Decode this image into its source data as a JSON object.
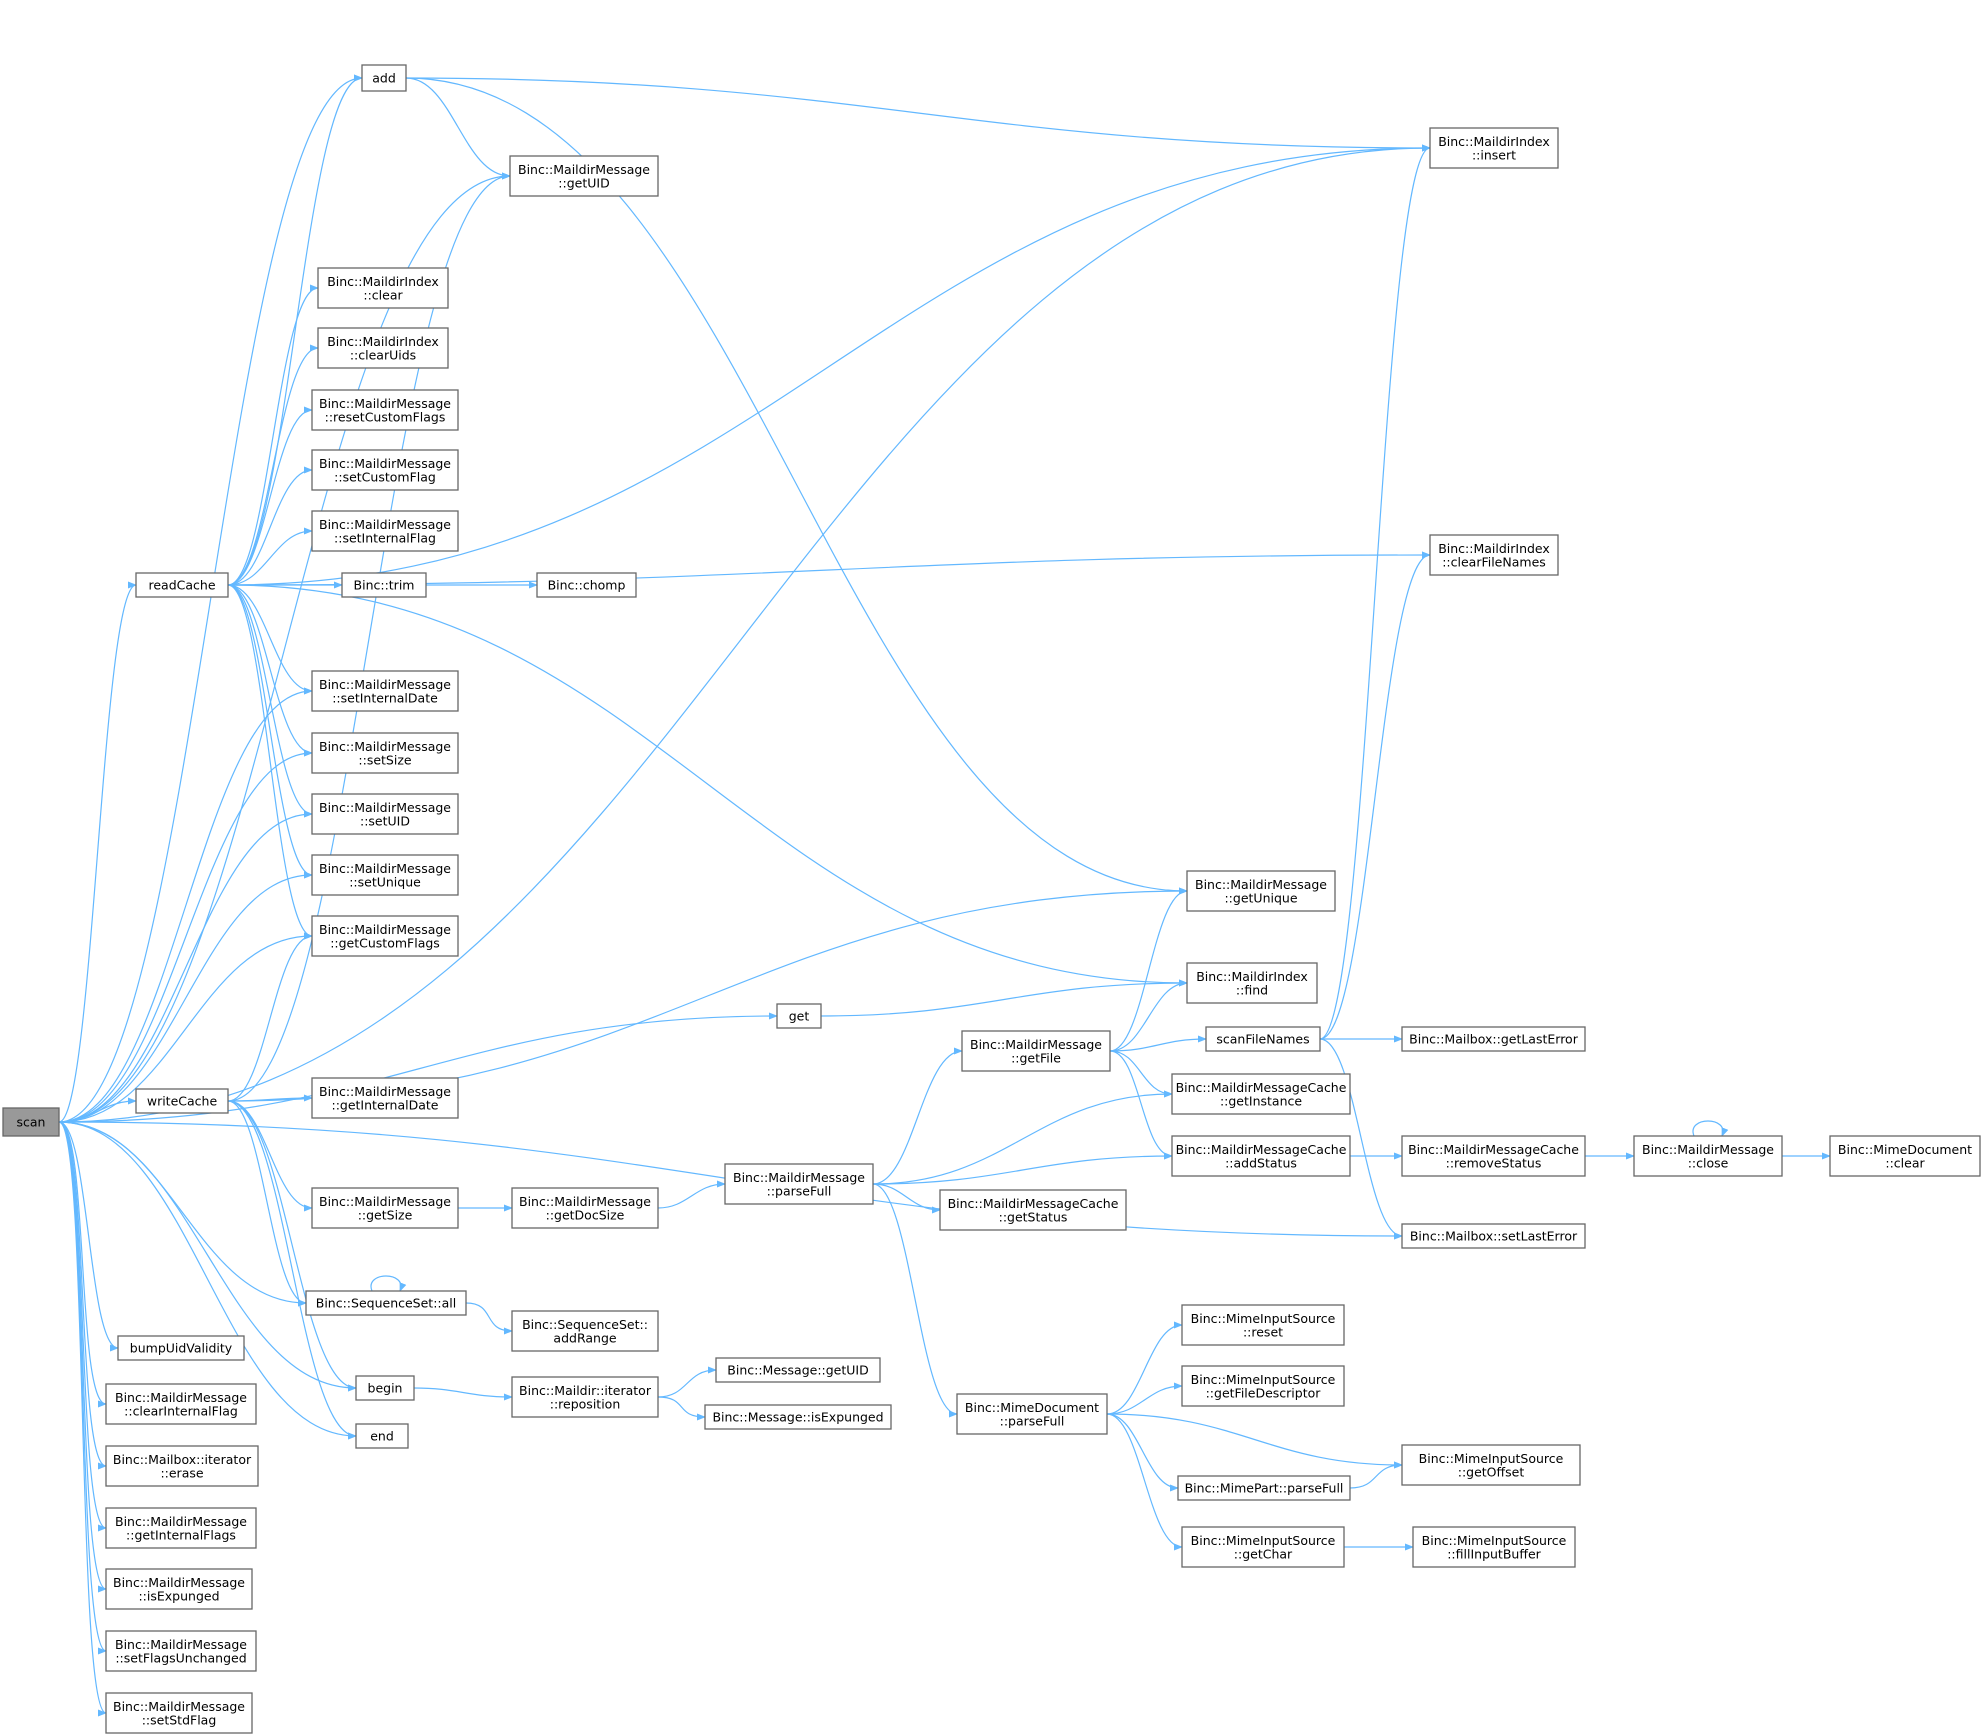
{
  "graph": {
    "colors": {
      "edge": "#63b8ff",
      "border": "#666666",
      "root_fill": "#999999",
      "node_fill": "#ffffff"
    },
    "nodes": [
      {
        "id": "scan",
        "lines": [
          "scan"
        ],
        "root": true
      },
      {
        "id": "add",
        "lines": [
          "add"
        ]
      },
      {
        "id": "mi_insert",
        "lines": [
          "Binc::MaildirIndex",
          "::insert"
        ]
      },
      {
        "id": "mm_getUID",
        "lines": [
          "Binc::MaildirMessage",
          "::getUID"
        ]
      },
      {
        "id": "mi_clear",
        "lines": [
          "Binc::MaildirIndex",
          "::clear"
        ]
      },
      {
        "id": "mi_clearUids",
        "lines": [
          "Binc::MaildirIndex",
          "::clearUids"
        ]
      },
      {
        "id": "mm_resetCustomFlags",
        "lines": [
          "Binc::MaildirMessage",
          "::resetCustomFlags"
        ]
      },
      {
        "id": "mm_setCustomFlag",
        "lines": [
          "Binc::MaildirMessage",
          "::setCustomFlag"
        ]
      },
      {
        "id": "mm_setInternalFlag",
        "lines": [
          "Binc::MaildirMessage",
          "::setInternalFlag"
        ]
      },
      {
        "id": "readCache",
        "lines": [
          "readCache"
        ]
      },
      {
        "id": "trim",
        "lines": [
          "Binc::trim"
        ]
      },
      {
        "id": "chomp",
        "lines": [
          "Binc::chomp"
        ]
      },
      {
        "id": "mi_clearFileNames",
        "lines": [
          "Binc::MaildirIndex",
          "::clearFileNames"
        ]
      },
      {
        "id": "mm_setInternalDate",
        "lines": [
          "Binc::MaildirMessage",
          "::setInternalDate"
        ]
      },
      {
        "id": "mm_setSize",
        "lines": [
          "Binc::MaildirMessage",
          "::setSize"
        ]
      },
      {
        "id": "mm_setUID",
        "lines": [
          "Binc::MaildirMessage",
          "::setUID"
        ]
      },
      {
        "id": "mm_setUnique",
        "lines": [
          "Binc::MaildirMessage",
          "::setUnique"
        ]
      },
      {
        "id": "mm_getCustomFlags",
        "lines": [
          "Binc::MaildirMessage",
          "::getCustomFlags"
        ]
      },
      {
        "id": "mm_getUnique",
        "lines": [
          "Binc::MaildirMessage",
          "::getUnique"
        ]
      },
      {
        "id": "mi_find",
        "lines": [
          "Binc::MaildirIndex",
          "::find"
        ]
      },
      {
        "id": "get",
        "lines": [
          "get"
        ]
      },
      {
        "id": "mm_getFile",
        "lines": [
          "Binc::MaildirMessage",
          "::getFile"
        ]
      },
      {
        "id": "scanFileNames",
        "lines": [
          "scanFileNames"
        ]
      },
      {
        "id": "mb_getLastError",
        "lines": [
          "Binc::Mailbox::getLastError"
        ]
      },
      {
        "id": "writeCache",
        "lines": [
          "writeCache"
        ]
      },
      {
        "id": "mm_getInternalDate",
        "lines": [
          "Binc::MaildirMessage",
          "::getInternalDate"
        ]
      },
      {
        "id": "mmc_getInstance",
        "lines": [
          "Binc::MaildirMessageCache",
          "::getInstance"
        ]
      },
      {
        "id": "mmc_addStatus",
        "lines": [
          "Binc::MaildirMessageCache",
          "::addStatus"
        ]
      },
      {
        "id": "mmc_removeStatus",
        "lines": [
          "Binc::MaildirMessageCache",
          "::removeStatus"
        ]
      },
      {
        "id": "mm_close",
        "lines": [
          "Binc::MaildirMessage",
          "::close"
        ]
      },
      {
        "id": "md_clear",
        "lines": [
          "Binc::MimeDocument",
          "::clear"
        ]
      },
      {
        "id": "mm_getSize",
        "lines": [
          "Binc::MaildirMessage",
          "::getSize"
        ]
      },
      {
        "id": "mm_getDocSize",
        "lines": [
          "Binc::MaildirMessage",
          "::getDocSize"
        ]
      },
      {
        "id": "mm_parseFull",
        "lines": [
          "Binc::MaildirMessage",
          "::parseFull"
        ]
      },
      {
        "id": "mmc_getStatus",
        "lines": [
          "Binc::MaildirMessageCache",
          "::getStatus"
        ]
      },
      {
        "id": "mb_setLastError",
        "lines": [
          "Binc::Mailbox::setLastError"
        ]
      },
      {
        "id": "ss_all",
        "lines": [
          "Binc::SequenceSet::all"
        ]
      },
      {
        "id": "ss_addRange",
        "lines": [
          "Binc::SequenceSet::",
          "addRange"
        ]
      },
      {
        "id": "bumpUidValidity",
        "lines": [
          "bumpUidValidity"
        ]
      },
      {
        "id": "begin",
        "lines": [
          "begin"
        ]
      },
      {
        "id": "mdi_reposition",
        "lines": [
          "Binc::Maildir::iterator",
          "::reposition"
        ]
      },
      {
        "id": "msg_getUID",
        "lines": [
          "Binc::Message::getUID"
        ]
      },
      {
        "id": "msg_isExpunged",
        "lines": [
          "Binc::Message::isExpunged"
        ]
      },
      {
        "id": "end",
        "lines": [
          "end"
        ]
      },
      {
        "id": "mm_clearInternalFlag",
        "lines": [
          "Binc::MaildirMessage",
          "::clearInternalFlag"
        ]
      },
      {
        "id": "mbi_erase",
        "lines": [
          "Binc::Mailbox::iterator",
          "::erase"
        ]
      },
      {
        "id": "mm_getInternalFlags",
        "lines": [
          "Binc::MaildirMessage",
          "::getInternalFlags"
        ]
      },
      {
        "id": "mm_isExpunged",
        "lines": [
          "Binc::MaildirMessage",
          "::isExpunged"
        ]
      },
      {
        "id": "mm_setFlagsUnchanged",
        "lines": [
          "Binc::MaildirMessage",
          "::setFlagsUnchanged"
        ]
      },
      {
        "id": "mm_setStdFlag",
        "lines": [
          "Binc::MaildirMessage",
          "::setStdFlag"
        ]
      },
      {
        "id": "mis_reset",
        "lines": [
          "Binc::MimeInputSource",
          "::reset"
        ]
      },
      {
        "id": "mis_getFileDescriptor",
        "lines": [
          "Binc::MimeInputSource",
          "::getFileDescriptor"
        ]
      },
      {
        "id": "md_parseFull",
        "lines": [
          "Binc::MimeDocument",
          "::parseFull"
        ]
      },
      {
        "id": "mis_getOffset",
        "lines": [
          "Binc::MimeInputSource",
          "::getOffset"
        ]
      },
      {
        "id": "mp_parseFull",
        "lines": [
          "Binc::MimePart::parseFull"
        ]
      },
      {
        "id": "mis_getChar",
        "lines": [
          "Binc::MimeInputSource",
          "::getChar"
        ]
      },
      {
        "id": "mis_fillInputBuffer",
        "lines": [
          "Binc::MimeInputSource",
          "::fillInputBuffer"
        ]
      }
    ],
    "edges": [
      [
        "scan",
        "add"
      ],
      [
        "scan",
        "mi_insert"
      ],
      [
        "scan",
        "mm_getUID"
      ],
      [
        "scan",
        "readCache"
      ],
      [
        "scan",
        "mm_setInternalDate"
      ],
      [
        "scan",
        "mm_setSize"
      ],
      [
        "scan",
        "mm_setUID"
      ],
      [
        "scan",
        "mm_setUnique"
      ],
      [
        "scan",
        "mm_getCustomFlags"
      ],
      [
        "scan",
        "get"
      ],
      [
        "scan",
        "writeCache"
      ],
      [
        "scan",
        "ss_all"
      ],
      [
        "scan",
        "begin"
      ],
      [
        "scan",
        "end"
      ],
      [
        "scan",
        "bumpUidValidity"
      ],
      [
        "scan",
        "mm_clearInternalFlag"
      ],
      [
        "scan",
        "mbi_erase"
      ],
      [
        "scan",
        "mm_getInternalFlags"
      ],
      [
        "scan",
        "mm_isExpunged"
      ],
      [
        "scan",
        "mm_setFlagsUnchanged"
      ],
      [
        "scan",
        "mm_setStdFlag"
      ],
      [
        "scan",
        "mb_setLastError"
      ],
      [
        "add",
        "mi_insert"
      ],
      [
        "add",
        "mm_getUID"
      ],
      [
        "add",
        "mm_getUnique"
      ],
      [
        "readCache",
        "add"
      ],
      [
        "readCache",
        "mi_insert"
      ],
      [
        "readCache",
        "mi_clearFileNames"
      ],
      [
        "readCache",
        "mi_clear"
      ],
      [
        "readCache",
        "mi_clearUids"
      ],
      [
        "readCache",
        "mm_resetCustomFlags"
      ],
      [
        "readCache",
        "mm_setCustomFlag"
      ],
      [
        "readCache",
        "mm_setInternalFlag"
      ],
      [
        "readCache",
        "trim"
      ],
      [
        "readCache",
        "mm_setInternalDate"
      ],
      [
        "readCache",
        "mm_setSize"
      ],
      [
        "readCache",
        "mm_setUID"
      ],
      [
        "readCache",
        "mm_setUnique"
      ],
      [
        "readCache",
        "mm_getCustomFlags"
      ],
      [
        "readCache",
        "mi_find"
      ],
      [
        "trim",
        "chomp"
      ],
      [
        "get",
        "mi_find"
      ],
      [
        "writeCache",
        "mm_getUID"
      ],
      [
        "writeCache",
        "mm_getCustomFlags"
      ],
      [
        "writeCache",
        "mm_getInternalDate"
      ],
      [
        "writeCache",
        "mm_getUnique"
      ],
      [
        "writeCache",
        "mm_getSize"
      ],
      [
        "writeCache",
        "ss_all"
      ],
      [
        "writeCache",
        "begin"
      ],
      [
        "writeCache",
        "end"
      ],
      [
        "mm_getSize",
        "mm_getDocSize"
      ],
      [
        "mm_getDocSize",
        "mm_parseFull"
      ],
      [
        "mm_parseFull",
        "mm_getFile"
      ],
      [
        "mm_parseFull",
        "mmc_getInstance"
      ],
      [
        "mm_parseFull",
        "mmc_addStatus"
      ],
      [
        "mm_parseFull",
        "mmc_getStatus"
      ],
      [
        "mm_parseFull",
        "md_parseFull"
      ],
      [
        "mm_getFile",
        "mm_getUnique"
      ],
      [
        "mm_getFile",
        "mi_find"
      ],
      [
        "mm_getFile",
        "scanFileNames"
      ],
      [
        "mm_getFile",
        "mmc_getInstance"
      ],
      [
        "mm_getFile",
        "mmc_addStatus"
      ],
      [
        "scanFileNames",
        "mi_insert"
      ],
      [
        "scanFileNames",
        "mi_clearFileNames"
      ],
      [
        "scanFileNames",
        "mb_getLastError"
      ],
      [
        "scanFileNames",
        "mb_setLastError"
      ],
      [
        "mmc_addStatus",
        "mmc_removeStatus"
      ],
      [
        "mmc_removeStatus",
        "mm_close"
      ],
      [
        "mm_close",
        "mm_close"
      ],
      [
        "mm_close",
        "md_clear"
      ],
      [
        "ss_all",
        "ss_all"
      ],
      [
        "ss_all",
        "ss_addRange"
      ],
      [
        "begin",
        "mdi_reposition"
      ],
      [
        "mdi_reposition",
        "msg_getUID"
      ],
      [
        "mdi_reposition",
        "msg_isExpunged"
      ],
      [
        "md_parseFull",
        "mis_reset"
      ],
      [
        "md_parseFull",
        "mis_getFileDescriptor"
      ],
      [
        "md_parseFull",
        "mis_getOffset"
      ],
      [
        "md_parseFull",
        "mp_parseFull"
      ],
      [
        "md_parseFull",
        "mis_getChar"
      ],
      [
        "mp_parseFull",
        "mis_getOffset"
      ],
      [
        "mis_getChar",
        "mis_fillInputBuffer"
      ]
    ]
  }
}
